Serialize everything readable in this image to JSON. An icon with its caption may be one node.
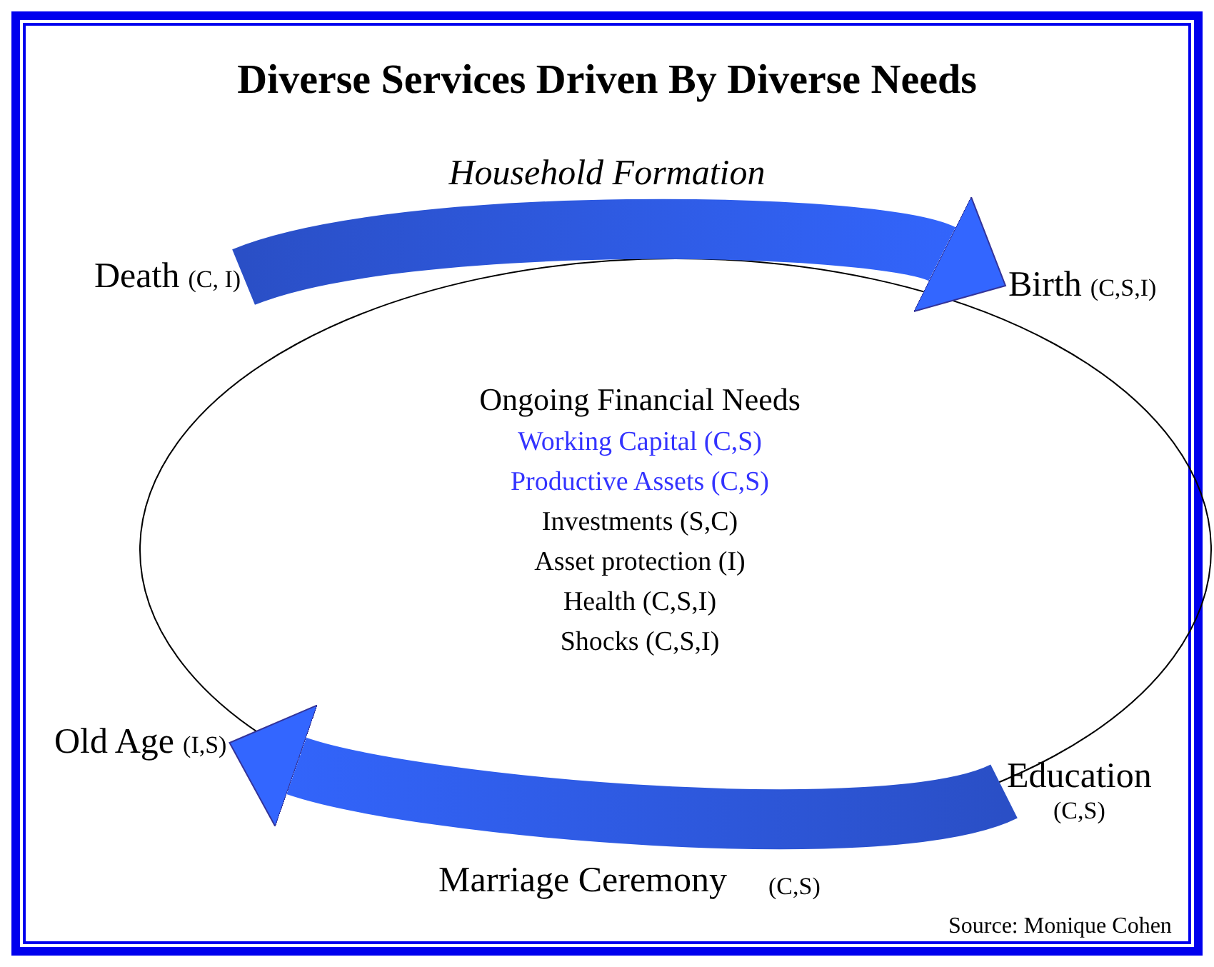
{
  "diagram": {
    "title": "Diverse Services Driven By Diverse Needs",
    "nodes": [
      {
        "text": [
          "Ongoing Financial Needs",
          "Working Capital (C,S)",
          "Productive Assets (C,S)",
          "Investments (S,C)",
          "Asset protection (I)",
          "Health (C,S,I)",
          "Shocks (C,S,I)"
        ]
      },
      {
        "text": [
          "Death",
          "(C, I)"
        ]
      },
      {
        "text": [
          "Birth",
          "(C,S,I)"
        ]
      },
      {
        "text": [
          "Education",
          "(C,S)"
        ]
      },
      {
        "text": [
          "Old Age",
          "(I,S)"
        ]
      }
    ],
    "edges": [
      {
        "from": 1,
        "to": 2,
        "arrow": "to"
      },
      {
        "from": 3,
        "to": 4,
        "arrow": "to"
      }
    ],
    "labels": [
      "Household Formation",
      "Marriage Ceremony",
      "(C,S)",
      "Source: Monique Cohen"
    ]
  }
}
